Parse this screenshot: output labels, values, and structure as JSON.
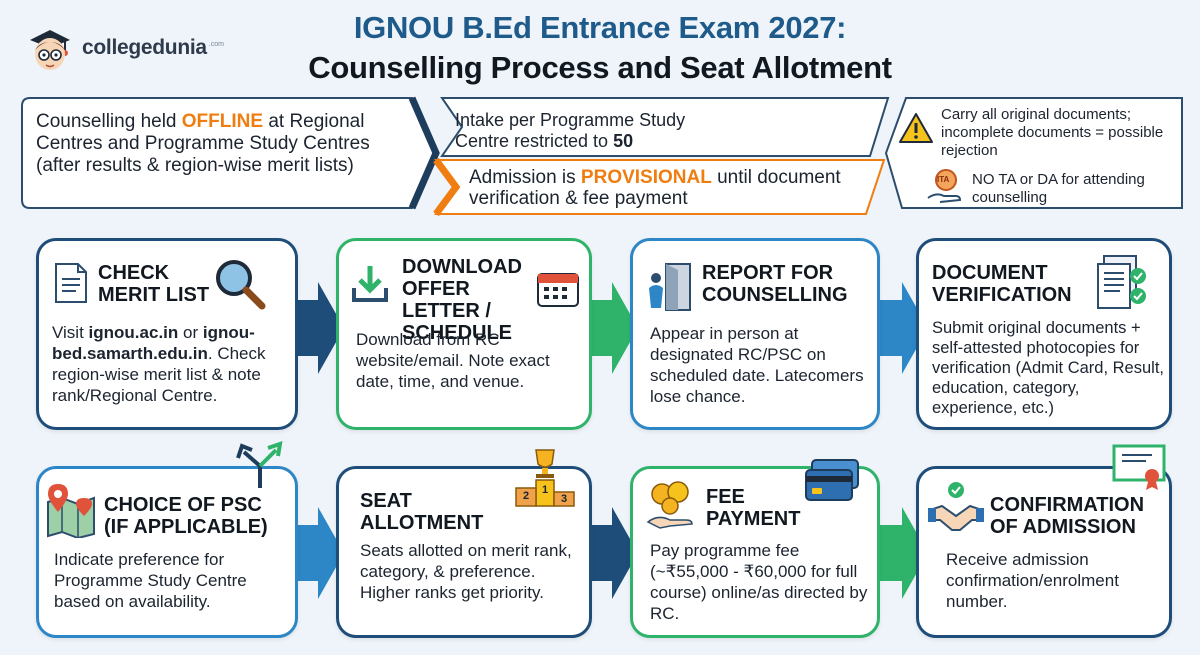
{
  "brand": {
    "name": "collegedunia",
    "tld": ".com"
  },
  "title": {
    "line1": "IGNOU B.Ed Entrance Exam 2027:",
    "line2": "Counselling Process and Seat Allotment"
  },
  "info": {
    "box1": {
      "pre": "Counselling held ",
      "highlight": "OFFLINE",
      "post": " at Regional Centres and Programme Study Centres (after results & region-wise merit lists)"
    },
    "box2": {
      "line1": "Intake per Programme Study",
      "line2_pre": "Centre restricted to ",
      "line2_bold": "50"
    },
    "box3": {
      "pre": "Admission is ",
      "highlight": "PROVISIONAL",
      "post": " until document verification & fee payment"
    },
    "box4": {
      "warning": "Carry all original documents; incomplete documents = possible rejection",
      "ta_badge": "ITA",
      "ta_text": "NO TA or DA for attending counselling"
    }
  },
  "steps": [
    {
      "title": "CHECK MERIT LIST",
      "body_bold1": "ignou.ac.in",
      "body_pre": "Visit ",
      "body_mid": " or ",
      "body_bold2": "ignou-bed.samarth.edu.in",
      "body_post": ". Check region-wise merit list & note rank/Regional Centre.",
      "icon": "document-search-icon"
    },
    {
      "title": "DOWNLOAD OFFER LETTER / SCHEDULE",
      "body": "Download from RC website/email. Note exact date, time, and venue.",
      "icon": "download-calendar-icon"
    },
    {
      "title": "REPORT FOR COUNSELLING",
      "body": "Appear in person at designated RC/PSC on scheduled date. Latecomers lose chance.",
      "icon": "person-door-icon"
    },
    {
      "title": "DOCUMENT VERIFICATION",
      "body": "Submit original documents + self-attested photocopies for verification (Admit Card, Result, education, category, experience, etc.)",
      "icon": "documents-check-icon"
    },
    {
      "title": "CHOICE OF PSC (IF APPLICABLE)",
      "body": "Indicate preference for Programme Study Centre based on availability.",
      "icon": "map-pin-icon"
    },
    {
      "title": "SEAT ALLOTMENT",
      "body": "Seats allotted on merit rank, category, & preference. Higher ranks get priority.",
      "icon": "podium-trophy-icon",
      "podium": [
        "2",
        "1",
        "3"
      ]
    },
    {
      "title": "FEE PAYMENT",
      "body": "Pay programme fee (~₹55,000 - ₹60,000 for full course) online/as directed by RC.",
      "icon": "coins-card-icon"
    },
    {
      "title": "CONFIRMATION OF ADMISSION",
      "body": "Receive admission confirmation/enrolment number.",
      "icon": "handshake-certificate-icon"
    }
  ],
  "colors": {
    "navy": "#1f4d7a",
    "green": "#2fb36b",
    "blue": "#2d86c6",
    "orange": "#f07d10"
  }
}
